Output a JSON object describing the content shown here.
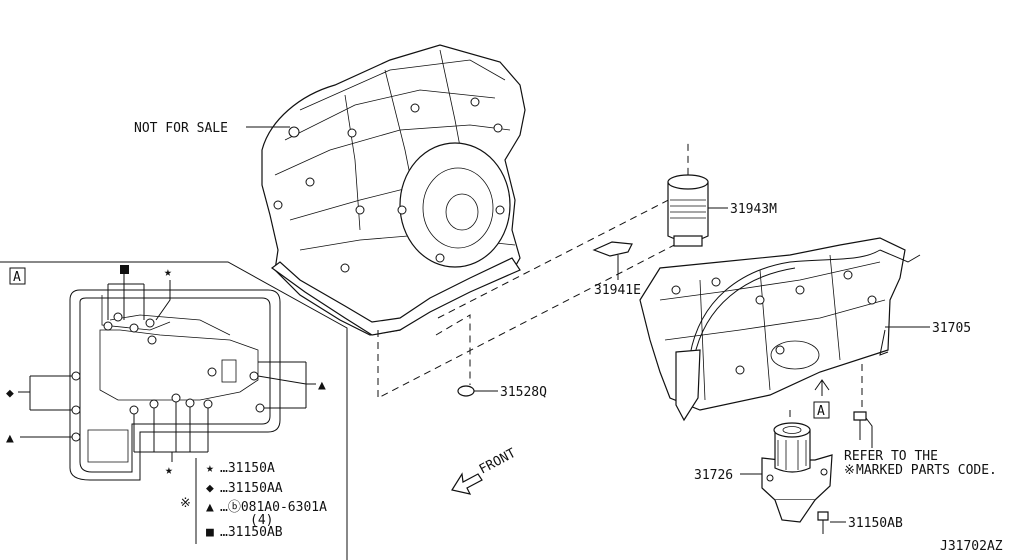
{
  "diagram": {
    "labels": {
      "not_for_sale": "NOT FOR SALE",
      "p31943m": "31943M",
      "p31941e": "31941E",
      "p31705": "31705",
      "p31528q": "31528Q",
      "p31726": "31726",
      "p31150ab_main": "31150AB",
      "refer_line1": "REFER TO THE",
      "refer_line2": "MARKED PARTS CODE.",
      "refer_mark": "※",
      "front": "FRONT",
      "view_a_box": "A",
      "view_a_ref": "A",
      "drawing_id": "J31702AZ"
    },
    "legend": [
      {
        "symbol": "★",
        "text": "…31150A"
      },
      {
        "symbol": "◆",
        "text": "…31150AA"
      },
      {
        "symbol": "▲",
        "text": "…ⓑ081A0-6301A"
      },
      {
        "symbol": "",
        "text": "(4)"
      },
      {
        "symbol": "■",
        "text": "…31150AB"
      }
    ],
    "legend_group_mark": "※",
    "icons": {
      "star": "star-icon",
      "diamond": "diamond-icon",
      "triangle": "triangle-icon",
      "square": "square-icon",
      "front_arrow": "front-arrow-icon"
    }
  }
}
